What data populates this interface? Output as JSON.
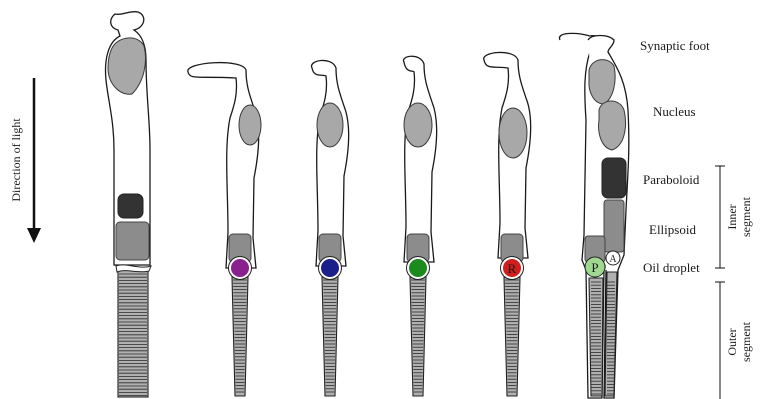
{
  "labels": {
    "direction": "Direction of light",
    "synaptic_foot": "Synaptic foot",
    "nucleus": "Nucleus",
    "paraboloid": "Paraboloid",
    "ellipsoid": "Ellipsoid",
    "oil_droplet": "Oil droplet",
    "inner_segment_1": "Inner",
    "inner_segment_2": "segment",
    "outer_segment_1": "Outer",
    "outer_segment_2": "segment"
  },
  "droplets": [
    {
      "cell": "single-cone-violet",
      "color": "#8a1f8e",
      "letter": ""
    },
    {
      "cell": "single-cone-blue",
      "color": "#1a1f8a",
      "letter": ""
    },
    {
      "cell": "single-cone-green",
      "color": "#1c8a1c",
      "letter": ""
    },
    {
      "cell": "single-cone-red",
      "color": "#d21d1d",
      "letter": "R"
    },
    {
      "cell": "double-cone-principal",
      "color": "#9fd98f",
      "letter": "P"
    },
    {
      "cell": "double-cone-accessory",
      "color": "#ffffff",
      "letter": "A"
    }
  ]
}
